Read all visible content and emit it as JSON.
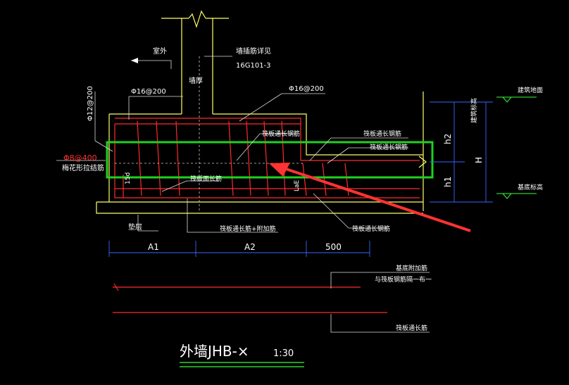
{
  "labels": {
    "outdoor": "室外",
    "wall_ref_1": "墙插筋详见",
    "wall_ref_2": "16G101-3",
    "wall_thickness": "墙厚",
    "rebar_left_top": "Φ16@200",
    "rebar_mid_top": "Φ16@200",
    "rebar_vertical": "Φ12@200",
    "rebar_red": "Φ8@400",
    "rebar_red_desc": "梅花形拉结筋",
    "raft_top_1": "筏板通长钢筋",
    "raft_top_2": "筏板通长钢筋",
    "raft_top_3": "筏板通长钢筋",
    "raft_bottom": "筏板面长筋",
    "raft_bottom_add": "筏板通长筋+附加筋",
    "raft_bottom_right": "筏板通长钢筋",
    "cushion": "垫层",
    "la_left": "15d",
    "la_right": "LaE",
    "elev_top": "建筑地面",
    "elev_marker": "建筑标高",
    "elev_bottom": "基底标高",
    "h2": "h2",
    "h1": "h1",
    "H": "H",
    "dim_a1": "A1",
    "dim_a2": "A2",
    "dim_500": "500",
    "legend_1": "基底附加筋",
    "legend_2": "与筏板钢筋隔一布一",
    "legend_3": "筏板通长筋",
    "title": "外墙JHB-×",
    "scale": "1:30"
  },
  "colors": {
    "background": "#000000",
    "wall_outline": "#ffff66",
    "rebar": "#ff2a2a",
    "annotation": "#ffffff",
    "dimension": "#3366ff",
    "highlight": "#1fd11f",
    "arrow": "#ff3333",
    "elevation": "#33ff33"
  }
}
